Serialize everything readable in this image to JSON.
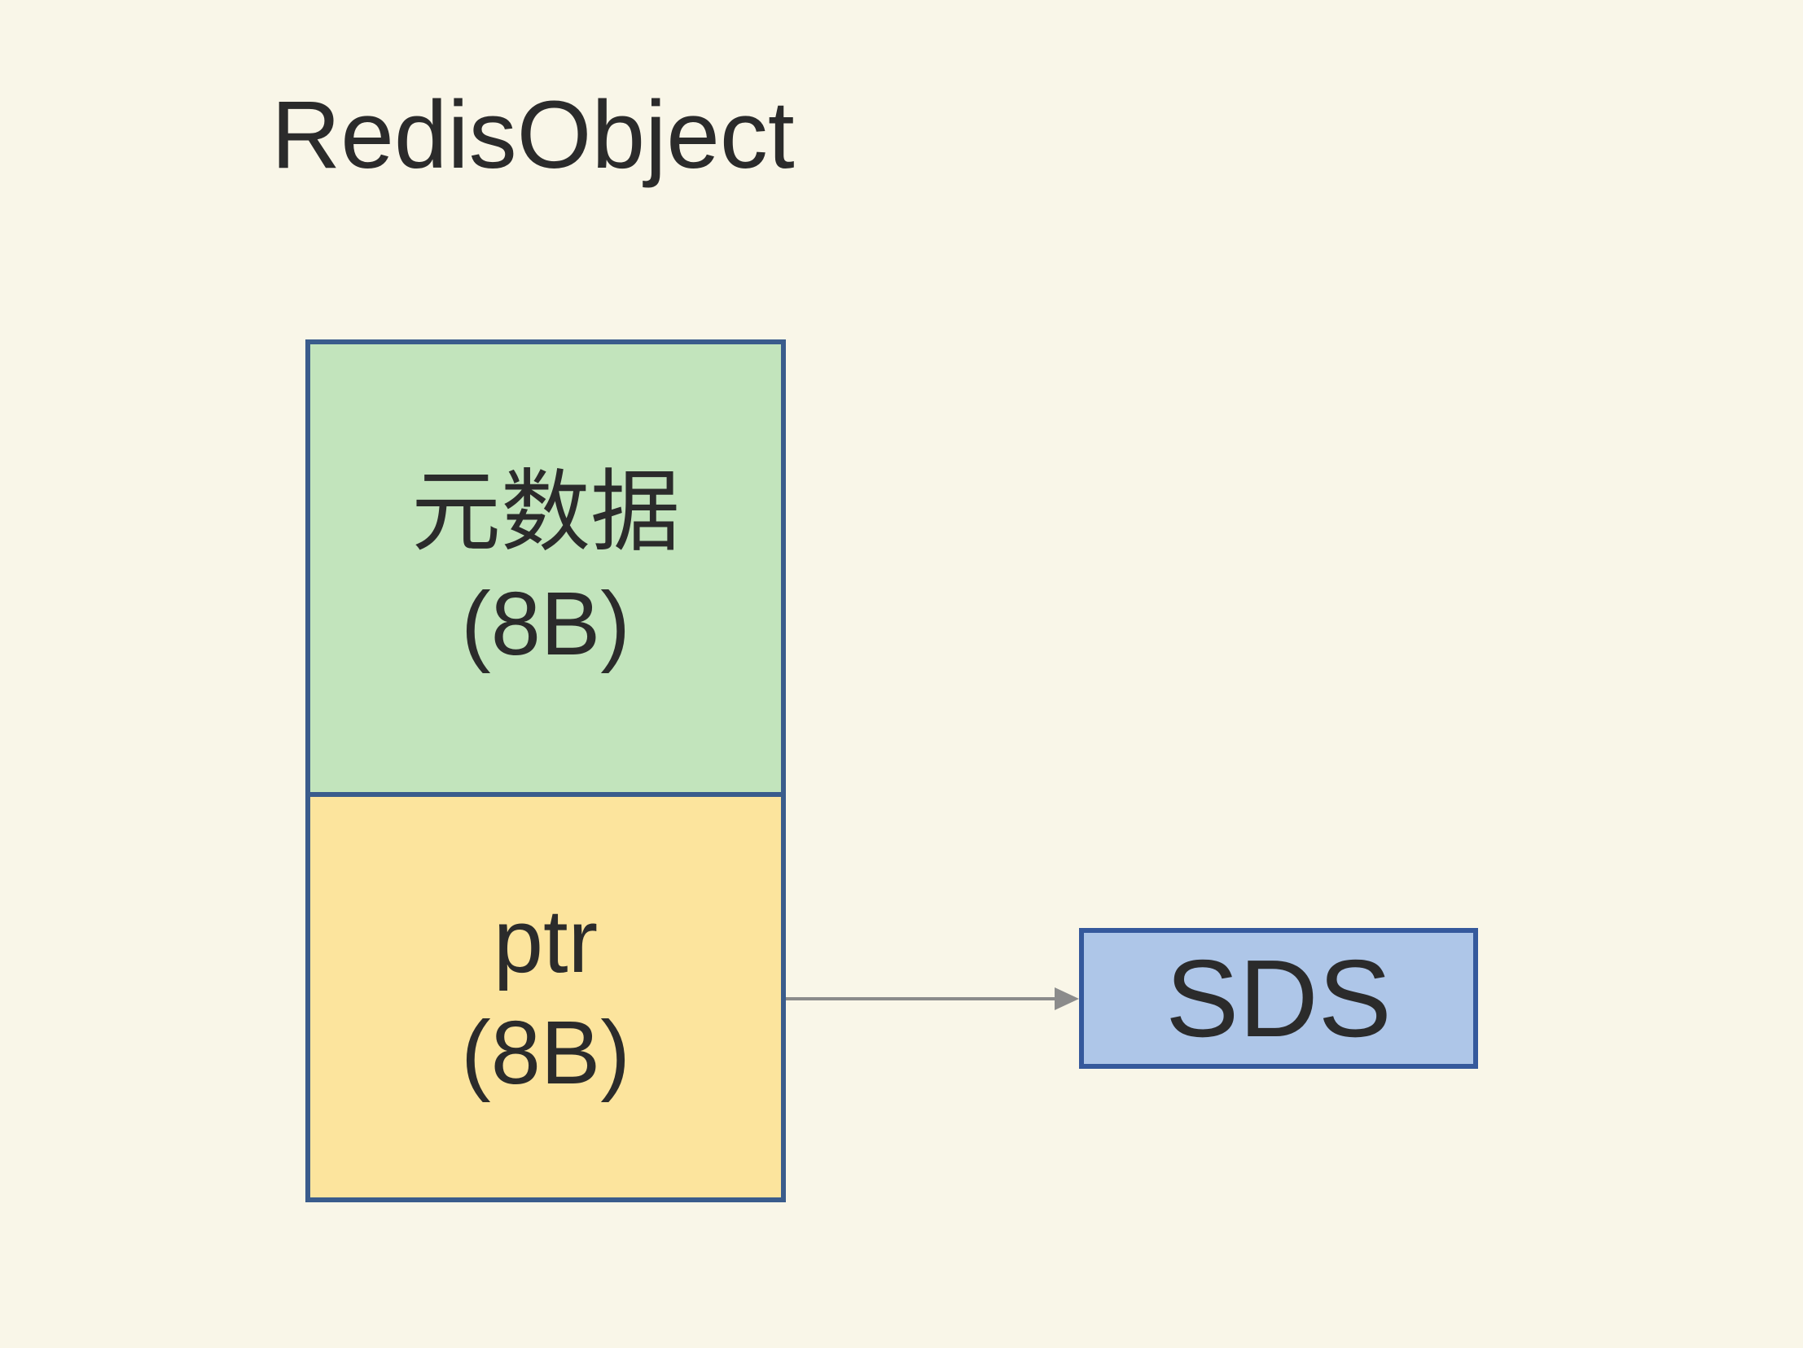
{
  "title": "RedisObject",
  "struct": {
    "name": "RedisObject struct",
    "border_color": "#3A5C8C",
    "cells": [
      {
        "id": "metadata",
        "label": "元数据",
        "size": "(8B)",
        "fill": "#C2E4BC"
      },
      {
        "id": "ptr",
        "label": "ptr",
        "size": "(8B)",
        "fill": "#FCE49D"
      }
    ]
  },
  "target": {
    "label": "SDS",
    "fill": "#AEC6E8",
    "border_color": "#35599C"
  },
  "arrow": {
    "from": "ptr",
    "to": "SDS",
    "color": "#8B8B8B"
  },
  "colors": {
    "background": "#F9F6E8",
    "text": "#2B2B2B"
  }
}
